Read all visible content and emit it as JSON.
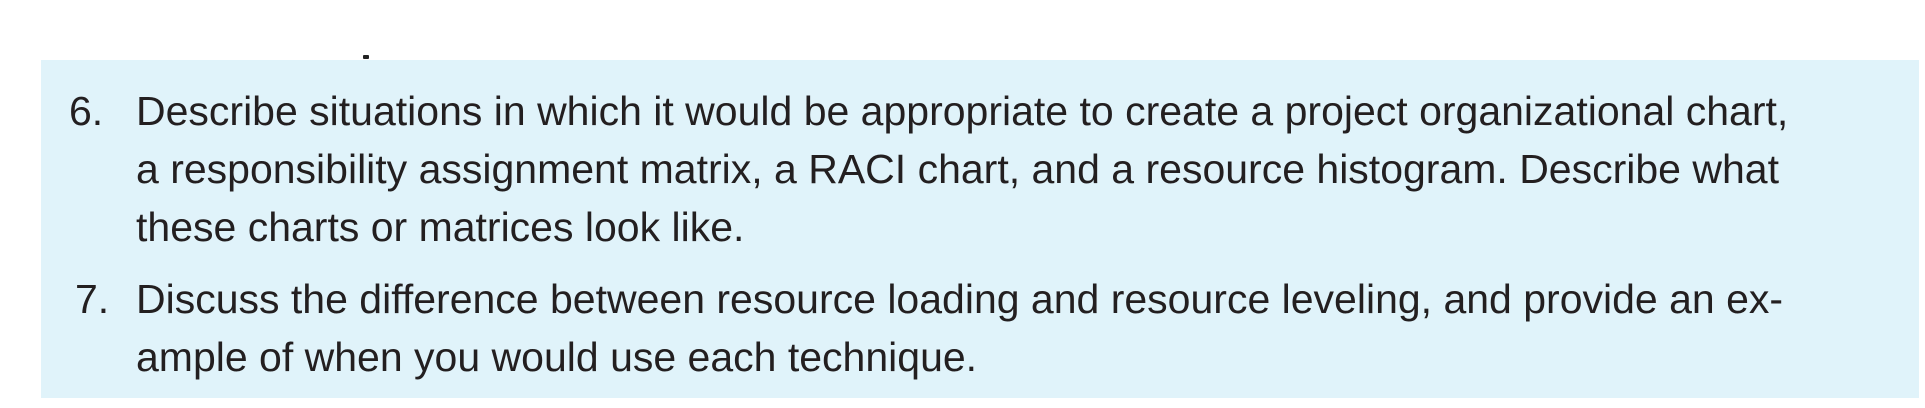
{
  "questions": [
    {
      "number": "6.",
      "lines": [
        "Describe situations in which it would be appropriate to create a project organizational chart,",
        "a responsibility assignment matrix, a RACI chart, and a resource histogram. Describe what",
        "these charts or matrices look like."
      ]
    },
    {
      "number": "7.",
      "lines": [
        "Discuss the difference between resource loading and resource leveling, and provide an ex-",
        "ample of when you would use each technique."
      ]
    }
  ],
  "colors": {
    "box_background": "#e0f3fa",
    "text": "#231f20"
  }
}
